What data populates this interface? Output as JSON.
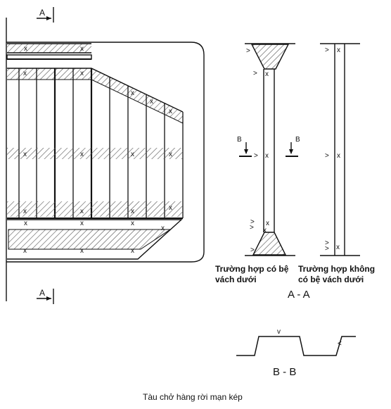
{
  "section_labels": {
    "aa_top": "A",
    "aa_bottom": "A",
    "bb_left": "B",
    "bb_right": "B"
  },
  "case_with_stool": [
    "Trường hợp có bệ",
    "vách dưới"
  ],
  "case_without_stool": [
    "Trường hợp không",
    "có bệ vách dưới"
  ],
  "section_aa_title": "A - A",
  "section_bb_title": "B - B",
  "caption": "Tàu chở hàng rời mạn kép",
  "marks": {
    "cross": "x",
    "check": "v",
    "arrow": ">"
  },
  "colors": {
    "line": "#111111",
    "hatch": "#555555",
    "background": "#ffffff"
  }
}
